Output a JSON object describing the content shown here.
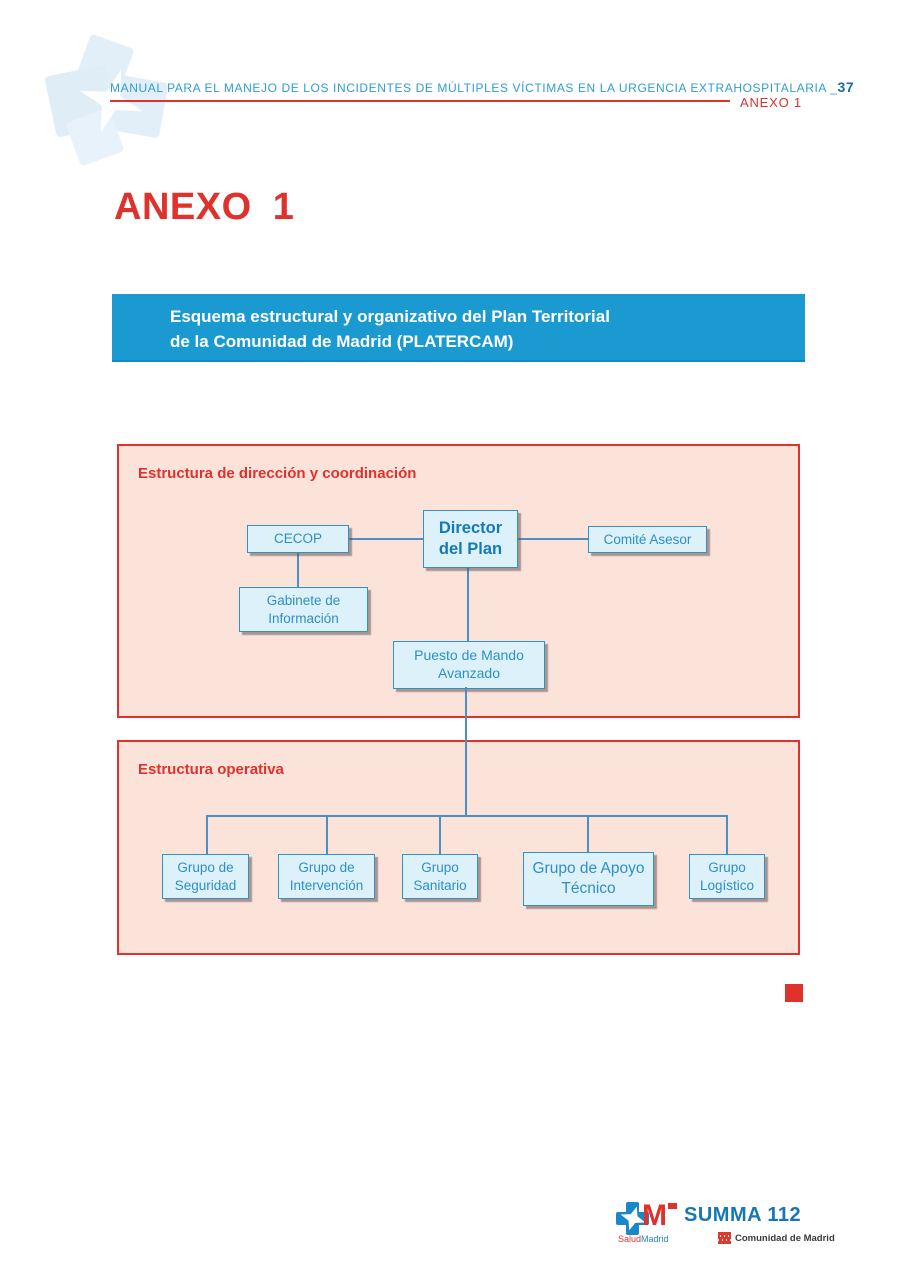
{
  "header": {
    "manual_title": "MANUAL PARA EL MANEJO DE LOS INCIDENTES DE MÚLTIPLES VÍCTIMAS EN LA URGENCIA EXTRAHOSPITALARIA _",
    "page_number": "37",
    "annex_label": "ANEXO 1"
  },
  "title": "ANEXO 1",
  "banner": {
    "line1": "Esquema estructural y organizativo del Plan Territorial",
    "line2": "de la Comunidad de Madrid (PLATERCAM)"
  },
  "direction_section": {
    "title": "Estructura de dirección y coordinación",
    "nodes": {
      "cecop": "CECOP",
      "director": "Director del Plan",
      "comite": "Comité Asesor",
      "gabinete": "Gabinete de Información",
      "puesto": "Puesto de Mando Avanzado"
    }
  },
  "operative_section": {
    "title": "Estructura operativa",
    "groups": [
      "Grupo de Seguridad",
      "Grupo de Intervención",
      "Grupo Sanitario",
      "Grupo de Apoyo Técnico",
      "Grupo Logístico"
    ]
  },
  "footer": {
    "summa": "SUMMA 112",
    "salud": "Salud",
    "madrid": "Madrid",
    "comunidad": "Comunidad de Madrid"
  },
  "colors": {
    "accent_red": "#E0322C",
    "banner_blue": "#1B9AD2",
    "section_pink": "#FBE3DA",
    "node_fill": "#DCF1FA",
    "node_border": "#2E93C6",
    "node_text": "#2E8FC5",
    "connector_blue": "#4A90C4",
    "header_blue": "#2F9CD4",
    "footer_blue": "#1577B8"
  }
}
